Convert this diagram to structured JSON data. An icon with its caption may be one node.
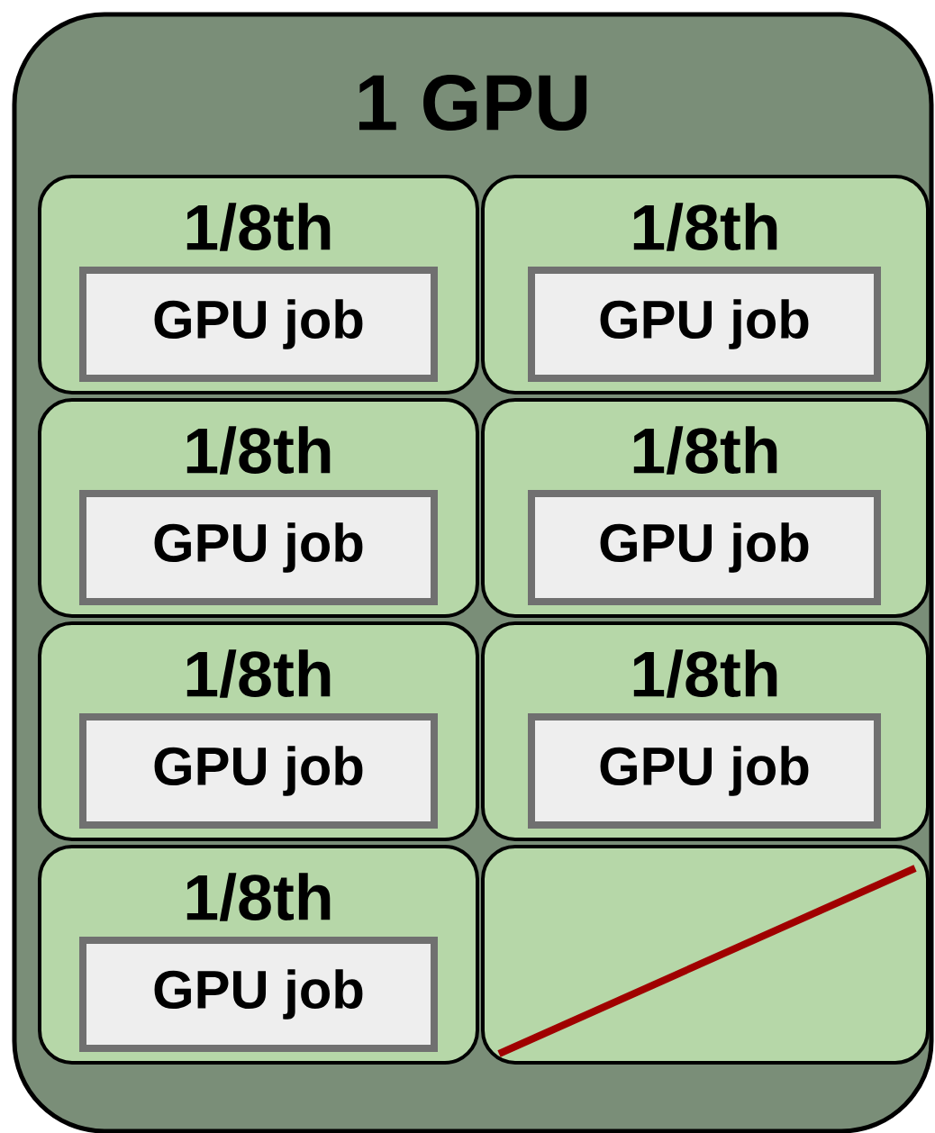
{
  "diagram": {
    "nodes": [
      {
        "text": [
          "1 GPU"
        ]
      },
      {
        "text": [
          "1/8th"
        ],
        "in": 0
      },
      {
        "text": [
          "GPU job"
        ],
        "in": 1
      },
      {
        "text": [
          "1/8th"
        ],
        "in": 0
      },
      {
        "text": [
          "GPU job"
        ],
        "in": 3
      },
      {
        "text": [
          "1/8th"
        ],
        "in": 0
      },
      {
        "text": [
          "GPU job"
        ],
        "in": 5
      },
      {
        "text": [
          "1/8th"
        ],
        "in": 0
      },
      {
        "text": [
          "GPU job"
        ],
        "in": 7
      },
      {
        "text": [
          "1/8th"
        ],
        "in": 0
      },
      {
        "text": [
          "GPU job"
        ],
        "in": 9
      },
      {
        "text": [
          "1/8th"
        ],
        "in": 0
      },
      {
        "text": [
          "GPU job"
        ],
        "in": 11
      },
      {
        "text": [
          "1/8th"
        ],
        "in": 0
      },
      {
        "text": [
          "GPU job"
        ],
        "in": 13
      },
      {
        "text": [],
        "shape": "box",
        "in": 0
      }
    ]
  }
}
